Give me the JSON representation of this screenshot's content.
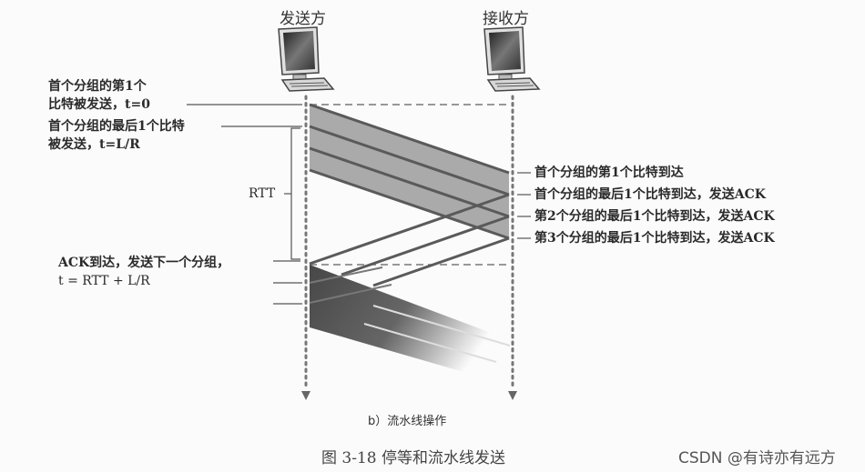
{
  "figure": {
    "sender_label": "发送方",
    "receiver_label": "接收方",
    "left_annotations": {
      "first_bit_sent_line1": "首个分组的第1个",
      "first_bit_sent_line2": "比特被发送，t=0",
      "last_bit_sent_line1": "首个分组的最后1个比特",
      "last_bit_sent_line2": "被发送，t=L/R",
      "rtt": "RTT",
      "ack_arrives_line1": "ACK到达，发送下一个分组，",
      "ack_arrives_line2": "t = RTT + L/R"
    },
    "right_annotations": [
      "首个分组的第1个比特到达",
      "首个分组的最后1个比特到达，发送ACK",
      "第2个分组的最后1个比特到达，发送ACK",
      "第3个分组的最后1个比特到达，发送ACK"
    ],
    "subcaption": "b）流水线操作",
    "caption": "图 3-18   停等和流水线发送",
    "watermark": "CSDN @有诗亦有远方",
    "colors": {
      "packet_fill": "#a9a9a9",
      "packet_line": "#5a5a5a",
      "dark_packet": "#3c3c3c",
      "timeline": "#777777"
    }
  }
}
